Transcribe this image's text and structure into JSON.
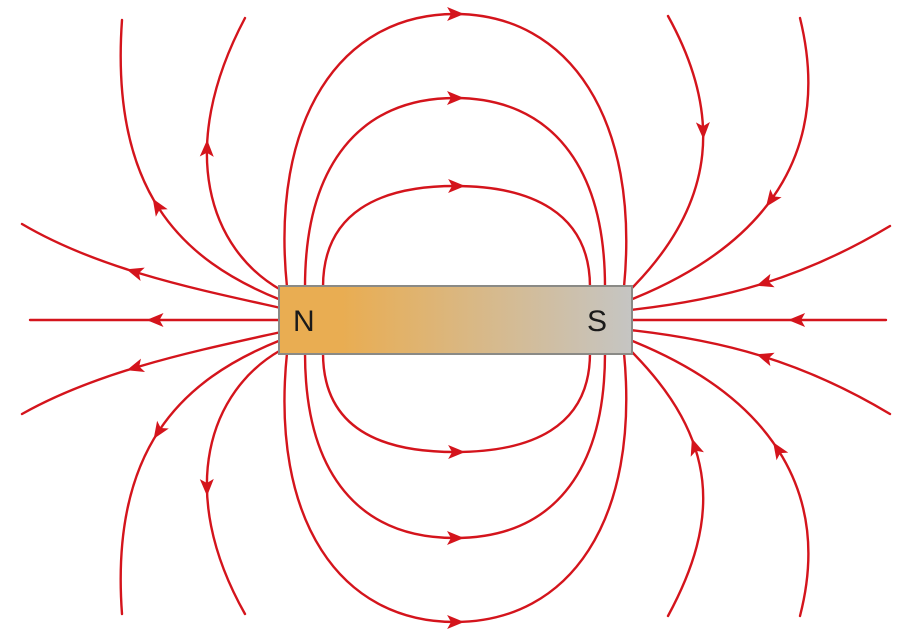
{
  "magnet": {
    "north_label": "N",
    "south_label": "S",
    "north_color": "#e9ad52",
    "south_color": "#c5c5c3",
    "border_color": "#8a8a86"
  },
  "field": {
    "line_color": "#d4141c",
    "direction": "north-to-south"
  }
}
